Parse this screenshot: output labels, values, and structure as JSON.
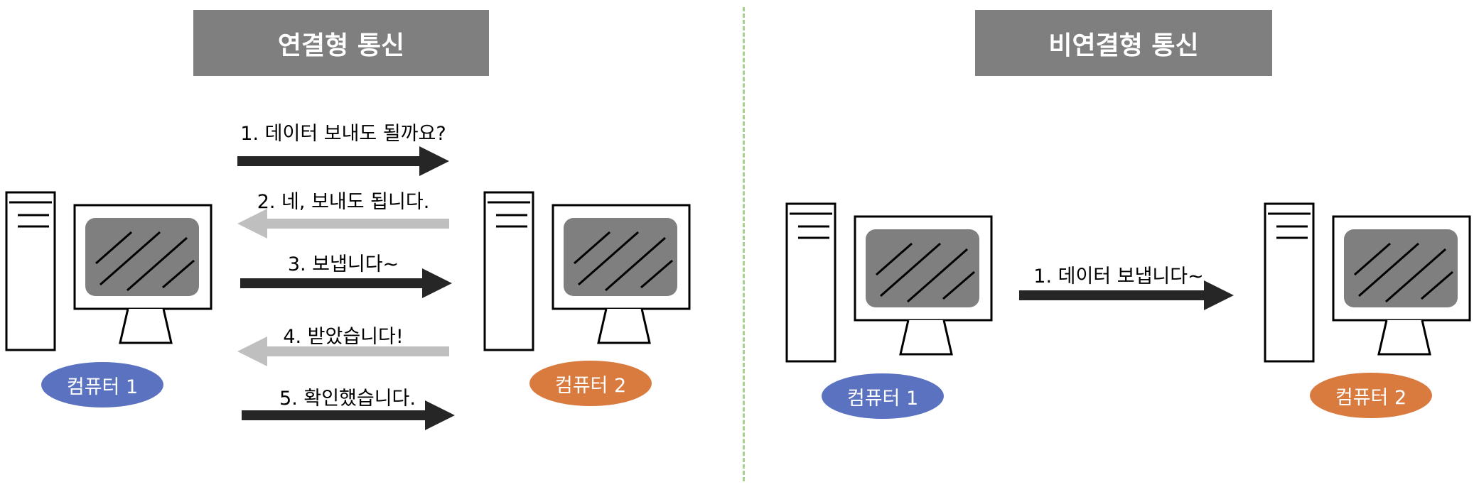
{
  "connection_oriented": {
    "title": "연결형 통신",
    "messages": [
      "1. 데이터 보내도 될까요?",
      "2. 네, 보내도 됩니다.",
      "3. 보냅니다~",
      "4. 받았습니다!",
      "5. 확인했습니다."
    ],
    "computer_1": "컴퓨터 1",
    "computer_2": "컴퓨터 2"
  },
  "connectionless": {
    "title": "비연결형 통신",
    "messages": [
      "1. 데이터 보냅니다~"
    ],
    "computer_1": "컴퓨터 1",
    "computer_2": "컴퓨터 2"
  },
  "colors": {
    "title_bg": "#7f7f7f",
    "dark_arrow": "#262626",
    "light_arrow": "#bfbfbf",
    "computer_1_label": "#5b72c0",
    "computer_2_label": "#d97b3f",
    "divider": "#a9d18e",
    "screen": "#7f7f7f"
  }
}
